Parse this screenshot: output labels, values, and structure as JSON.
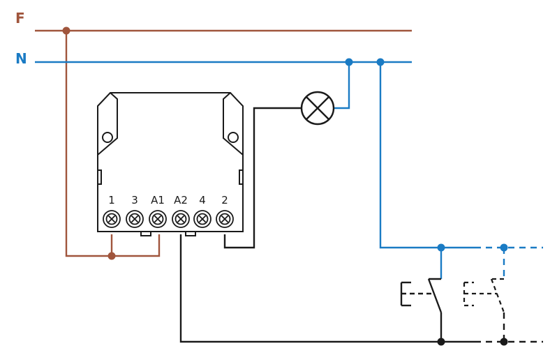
{
  "lines": {
    "phase": {
      "label": "F",
      "color": "#a0553c"
    },
    "neutral": {
      "label": "N",
      "color": "#1a7bc4"
    }
  },
  "relay": {
    "terminals": [
      {
        "id": "t1",
        "label": "1"
      },
      {
        "id": "t3",
        "label": "3"
      },
      {
        "id": "tA1",
        "label": "A1"
      },
      {
        "id": "tA2",
        "label": "A2"
      },
      {
        "id": "t4",
        "label": "4"
      },
      {
        "id": "t2",
        "label": "2"
      }
    ]
  },
  "colors": {
    "control": "#1a1a1a",
    "housing": "#1a1a1a"
  },
  "components": {
    "lamp": "lamp-icon",
    "pushbutton": "pushbutton-switch-icon",
    "optional_pushbutton": "optional-pushbutton-switch-icon"
  }
}
